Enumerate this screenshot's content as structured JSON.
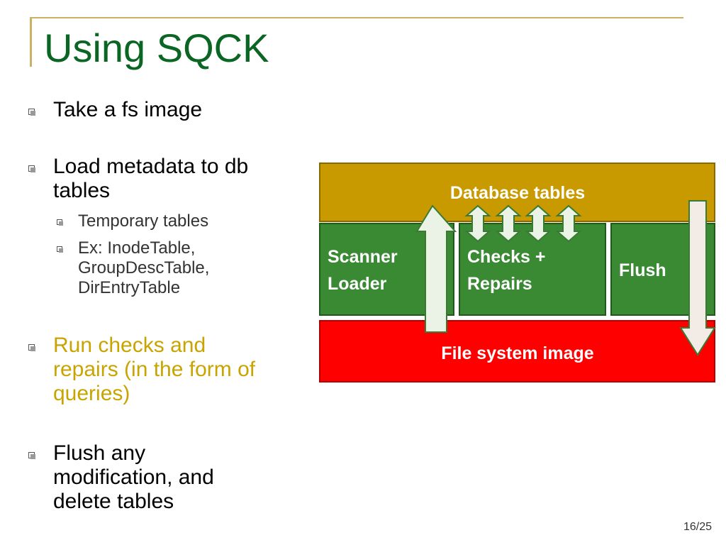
{
  "slide": {
    "title": "Using SQCK",
    "page_number": "16/25"
  },
  "bullets": [
    {
      "text": "Take a fs image"
    },
    {
      "text": "Load metadata to db tables",
      "line1": "Load metadata to db",
      "line2": "tables",
      "sub": [
        {
          "text": "Temporary tables"
        },
        {
          "line1": "Ex: InodeTable,",
          "line2": "GroupDescTable,",
          "line3": "DirEntryTable"
        }
      ]
    },
    {
      "line1": "Run checks and",
      "line2": "repairs (in the form of",
      "line3": "queries)"
    },
    {
      "line1": "Flush any",
      "line2": "modification, and",
      "line3": "delete tables"
    }
  ],
  "diagram": {
    "database_label": "Database tables",
    "scanner_line1": "Scanner",
    "scanner_line2": "Loader",
    "checks_line1": "Checks +",
    "checks_line2": "Repairs",
    "flush_label": "Flush",
    "fs_label": "File system image",
    "colors": {
      "database": "#c99a00",
      "module": "#3a8a34",
      "fs": "#ff0000",
      "arrow_up_fill": "#eaf3e6",
      "arrow_down_fill": "#fbe3e3"
    }
  }
}
